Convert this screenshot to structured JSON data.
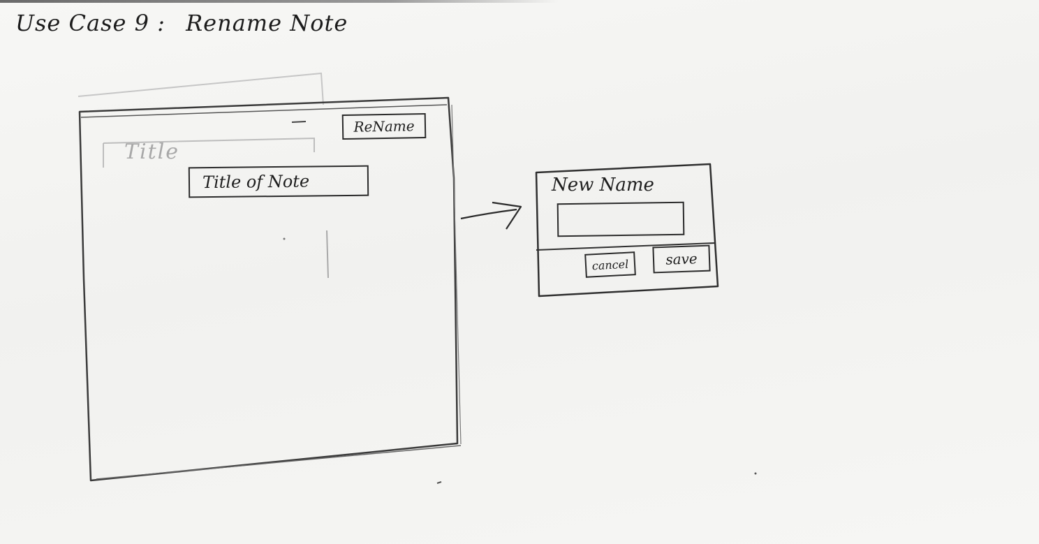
{
  "heading": {
    "prefix": "Use Case 9 :",
    "name": "Rename Note"
  },
  "note_window": {
    "ghost_title": "Title",
    "rename_button_label": "ReName",
    "note_title_value": "Title of Note"
  },
  "rename_dialog": {
    "title": "New Name",
    "input_value": "",
    "cancel_label": "cancel",
    "save_label": "save"
  },
  "colors": {
    "ink": "#2a2a2a",
    "faint_ink": "#a8a8a8",
    "paper": "#f4f4f2"
  }
}
